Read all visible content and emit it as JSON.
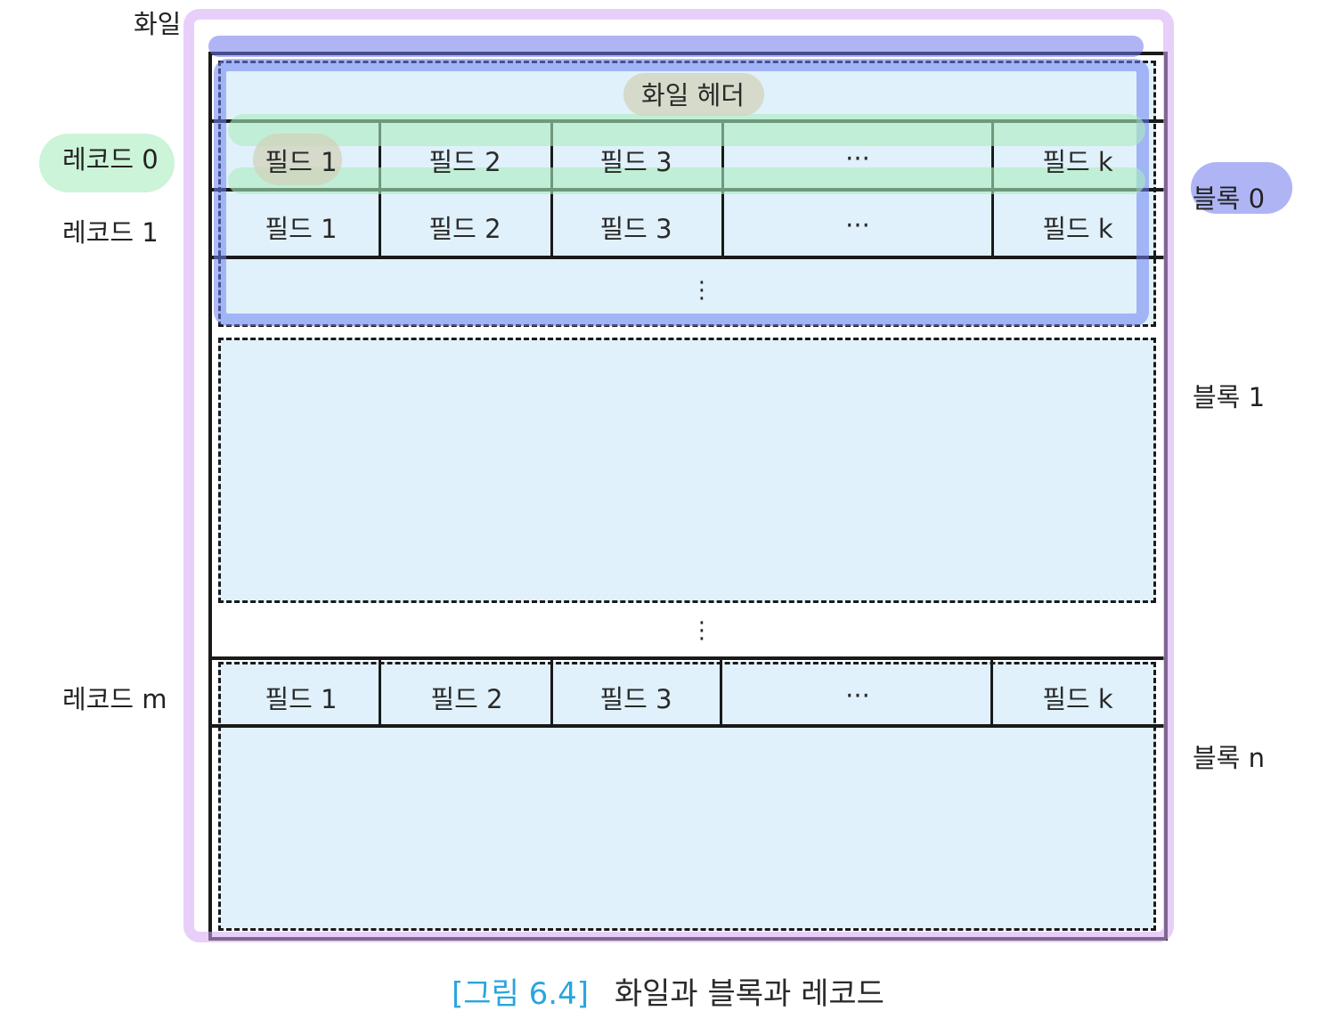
{
  "file_label": "화일",
  "file_header": "화일 헤더",
  "fields": {
    "f1": "필드 1",
    "f2": "필드 2",
    "f3": "필드 3",
    "ellipsis": "···",
    "fk": "필드 k"
  },
  "records": {
    "r0": "레코드 0",
    "r1": "레코드 1",
    "rm": "레코드 m"
  },
  "blocks": {
    "b0": "블록 0",
    "b1": "블록 1",
    "bn": "블록 n"
  },
  "vdots": "⋮",
  "caption": {
    "figure_number": "[그림 6.4]",
    "title": "화일과 블록과 레코드"
  },
  "colors": {
    "block_fill": "#e0f1fb",
    "caption_accent": "#2aa5de",
    "highlight_purple": "#d5a8f6",
    "highlight_blue": "#6e82f0",
    "highlight_green": "#aaecbe"
  }
}
